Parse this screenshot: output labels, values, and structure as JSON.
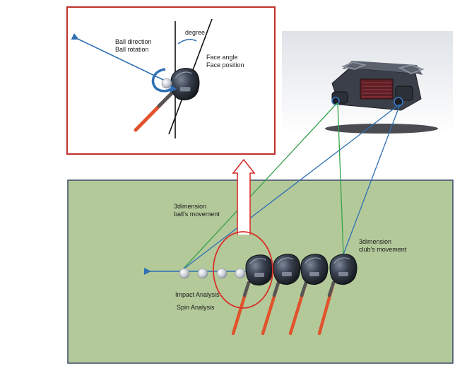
{
  "inset": {
    "ball_direction": "Ball direction",
    "ball_rotation": "Ball rotation",
    "degree": "degree",
    "face_angle": "Face angle",
    "face_position": "Face position"
  },
  "field": {
    "ball_movement_line1": "3dimension",
    "ball_movement_line2": "ball's movement",
    "club_movement_line1": "3dimension",
    "club_movement_line2": "club's movement",
    "impact_analysis": "Impact Analysis",
    "spin_analysis": "Spin Analysis"
  },
  "colors": {
    "inset_border": "#c0302b",
    "field_fill": "#b3c99a",
    "field_border": "#3c4a6a",
    "arrow_blue": "#2f6fb3",
    "green_line": "#37a24a",
    "shaft_orange": "#e0532c",
    "highlight_red": "#d8302a"
  },
  "icons": {
    "device": "camera-sensor-device-icon",
    "club": "golf-driver-head-icon",
    "ball": "golf-ball-icon"
  }
}
